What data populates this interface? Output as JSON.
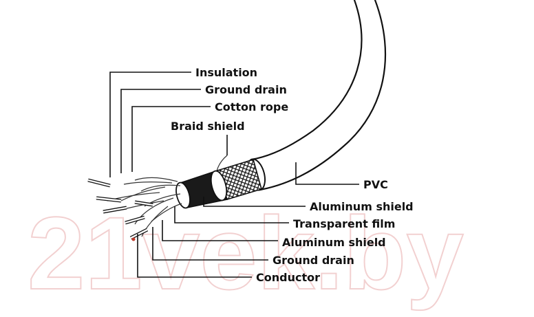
{
  "labels": {
    "insulation": "Insulation",
    "ground_drain_top": "Ground drain",
    "cotton_rope": "Cotton rope",
    "braid_shield": "Braid shield",
    "pvc": "PVC",
    "aluminum_shield_outer": "Aluminum shield",
    "transparent_film": "Transparent film",
    "aluminum_shield_inner": "Aluminum shield",
    "ground_drain_bottom": "Ground drain",
    "conductor": "Conductor"
  },
  "watermark": "21vek.by",
  "colors": {
    "line": "#111111",
    "watermark": "#e8aaaa",
    "conductor_tip": "#c0392b"
  }
}
